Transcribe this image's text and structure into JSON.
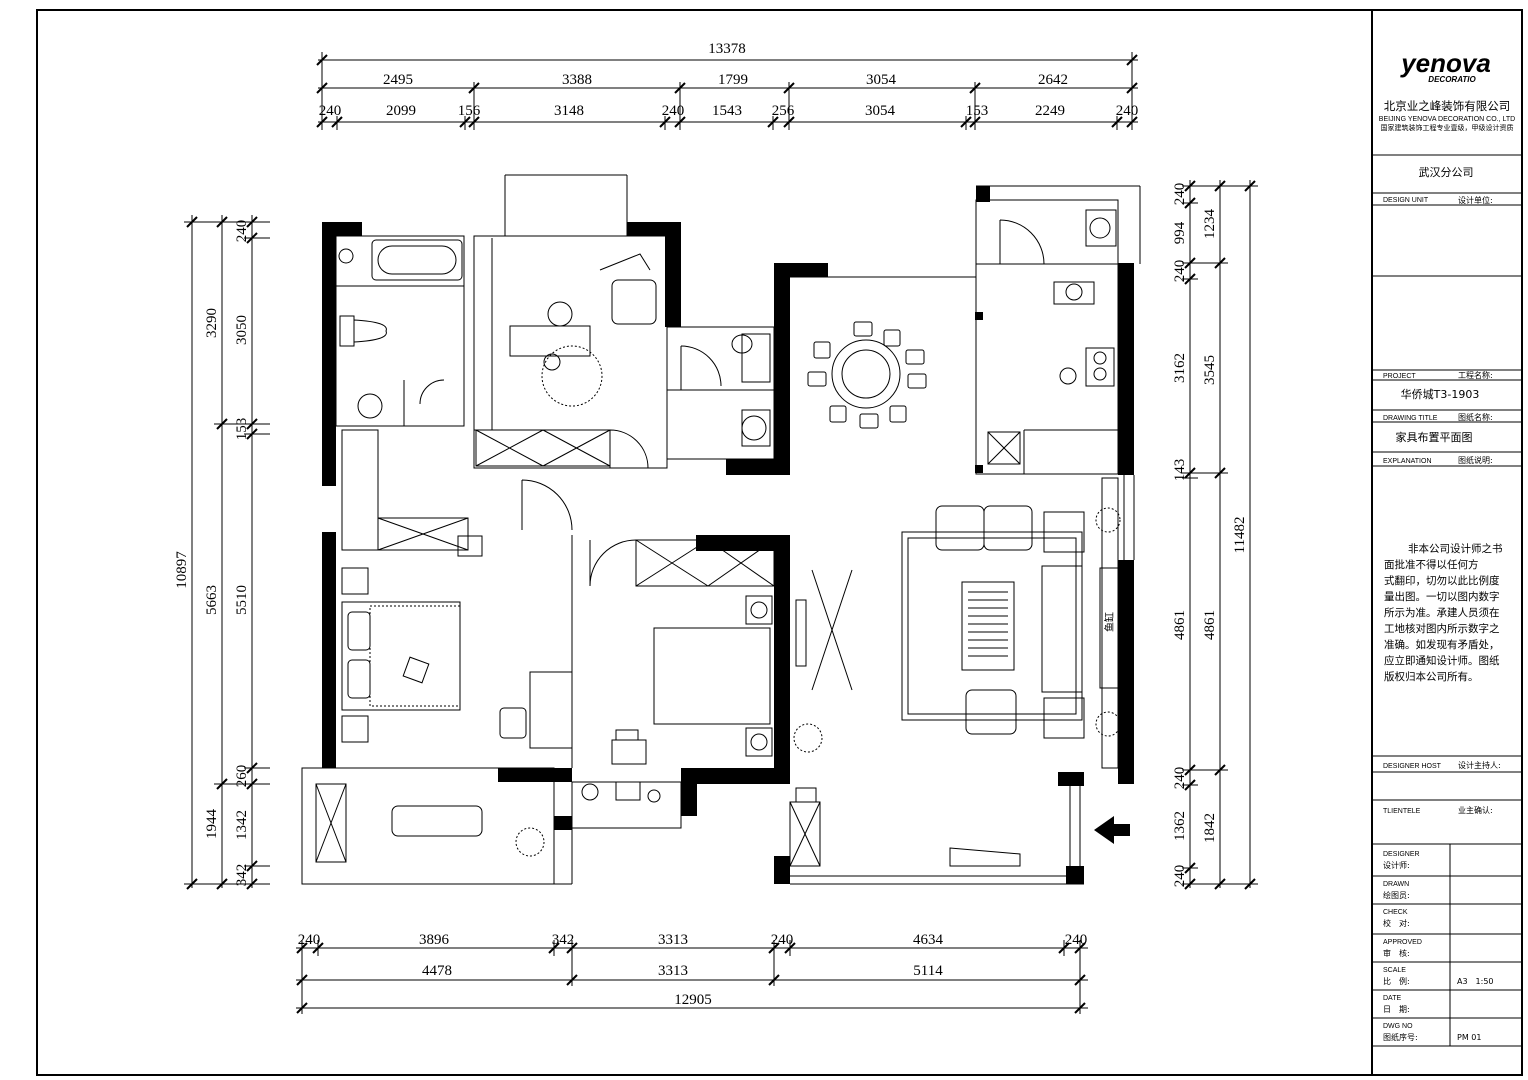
{
  "drawing": {
    "dims_top": {
      "total": "13378",
      "row1": [
        "2495",
        "3388",
        "1799",
        "3054",
        "2642"
      ],
      "row2": [
        "240",
        "2099",
        "156",
        "3148",
        "240",
        "1543",
        "256",
        "3054",
        "153",
        "2249",
        "240"
      ]
    },
    "dims_bottom": {
      "row1": [
        "240",
        "3896",
        "342",
        "3313",
        "240",
        "4634",
        "240"
      ],
      "row2": [
        "4478",
        "3313",
        "5114"
      ],
      "total": "12905"
    },
    "dims_left": {
      "total": "10897",
      "outer": [
        "3290",
        "5663",
        "1944"
      ],
      "inner": [
        "240",
        "3050",
        "153",
        "5510",
        "260",
        "1342",
        "342"
      ]
    },
    "dims_right": {
      "total": "11482",
      "inner": [
        "240",
        "994",
        "240",
        "3162",
        "143",
        "4861",
        "240",
        "1362",
        "240"
      ],
      "outer": [
        "1234",
        "3545",
        "4861",
        "1842"
      ]
    },
    "plan_labels": {
      "fish_tank": "鱼缸"
    }
  },
  "title_block": {
    "logo": "yenova",
    "logo_sub": "DECORATIO",
    "company_cn": "北京业之峰装饰有限公司",
    "company_en": "BEIJING YENOVA DECORATION CO., LTD",
    "company_tag": "国家建筑装饰工程专业壹级，甲级设计资质",
    "branch": "武汉分公司",
    "design_unit_en": "DESIGN UNIT",
    "design_unit_cn": "设计单位:",
    "project_en": "PROJECT",
    "project_cn": "工程名称:",
    "project_value": "华侨城T3-1903",
    "drawing_title_en": "DRAWING TITLE",
    "drawing_title_cn": "图纸名称:",
    "drawing_title_value": "家具布置平面图",
    "explanation_en": "EXPLANATION",
    "explanation_cn": "图纸说明:",
    "note_lines": [
      "非本公司设计师之书",
      "面批准不得以任何方",
      "式翻印，切勿以此比例度",
      "量出图。一切以图内数字",
      "所示为准。承建人员须在",
      "工地核对图内所示数字之",
      "准确。如发现有矛盾处，",
      "应立即通知设计师。图纸",
      "版权归本公司所有。"
    ],
    "designer_host_en": "DESIGNER HOST",
    "designer_host_cn": "设计主持人:",
    "client_en": "TLIENTELE",
    "client_cn": "业主确认:",
    "designer_en": "DESIGNER",
    "designer_cn": "设计师:",
    "drawn_en": "DRAWN",
    "drawn_cn": "绘图员:",
    "check_en": "CHECK",
    "check_cn": "校　对:",
    "approved_en": "APPROVED",
    "approved_cn": "审　核:",
    "scale_en": "SCALE",
    "scale_cn": "比　例:",
    "scale_value": "A3　1:50",
    "date_en": "DATE",
    "date_cn": "日　期:",
    "dwg_en": "DWG NO",
    "dwg_cn": "图纸序号:",
    "dwg_value": "PM 01"
  }
}
